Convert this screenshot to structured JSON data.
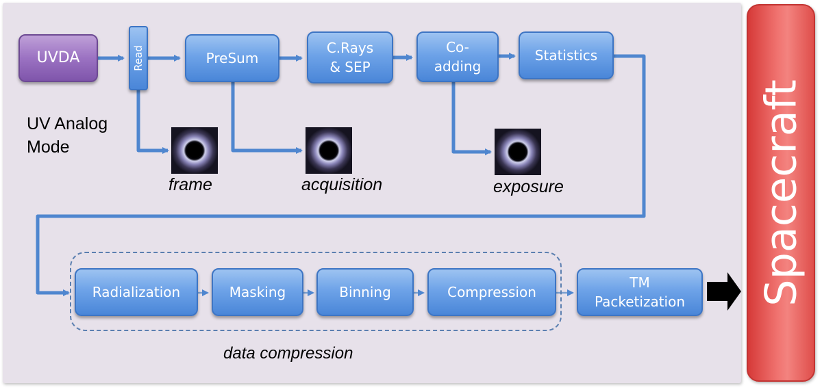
{
  "diagram": {
    "nodes": {
      "uvda": "UVDA",
      "read": "Read",
      "presum": "PreSum",
      "crays_line1": "C.Rays",
      "crays_line2": "& SEP",
      "coadding_line1": "Co-",
      "coadding_line2": "adding",
      "statistics": "Statistics",
      "radialization": "Radialization",
      "masking": "Masking",
      "binning": "Binning",
      "compression": "Compression",
      "tm_line1": "TM",
      "tm_line2": "Packetization"
    },
    "mode_label_line1": "UV Analog",
    "mode_label_line2": "Mode",
    "captions": {
      "frame": "frame",
      "acquisition": "acquisition",
      "exposure": "exposure"
    },
    "group_label": "data compression",
    "spacecraft": "Spacecraft"
  },
  "colors": {
    "panel": "#e7e1ea",
    "box_blue": "#6ea3e8",
    "box_border": "#3d75c4",
    "uvda_purple": "#9b72c2",
    "connector": "#4f86cf",
    "spacecraft_red": "#f07370"
  },
  "icons": [
    "solar-corona-image-icon",
    "arrow-right-icon"
  ]
}
